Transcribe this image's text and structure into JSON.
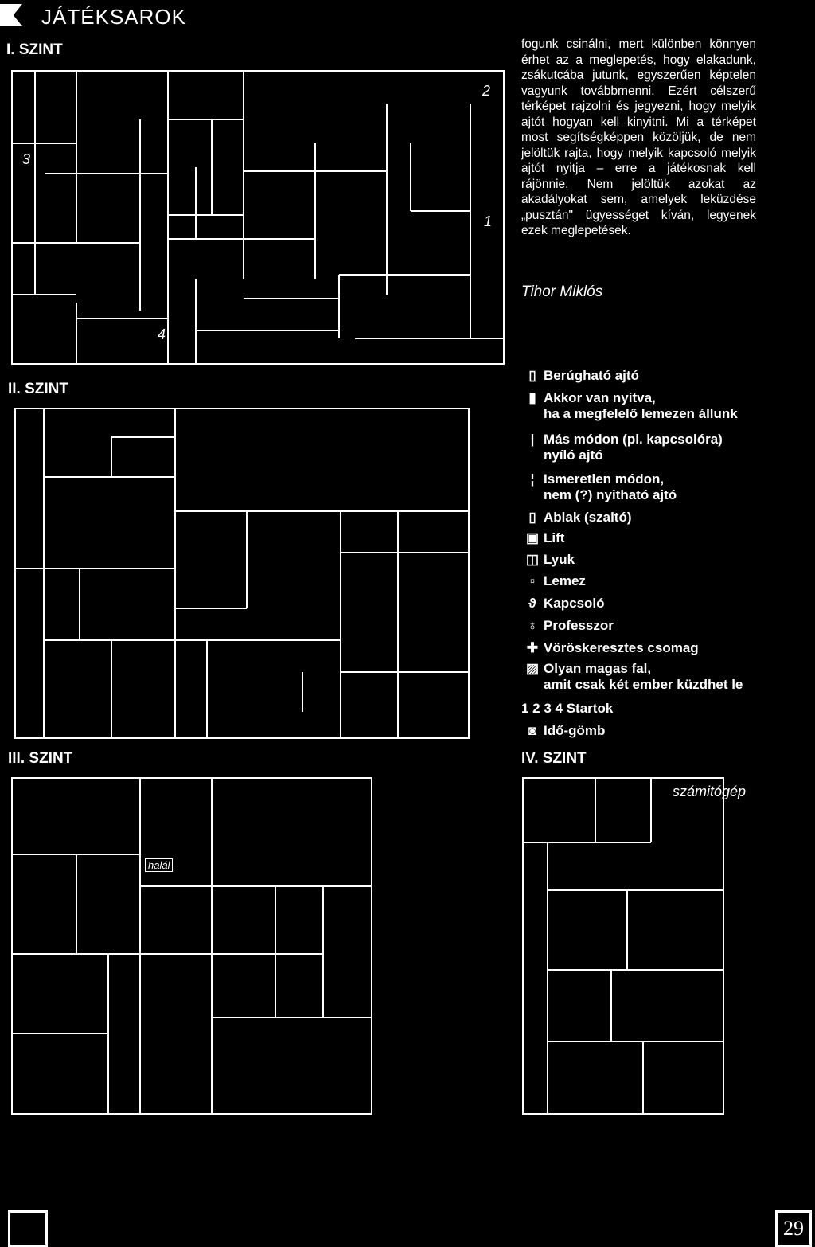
{
  "header": {
    "title": "JÁTÉKSAROK"
  },
  "levels": {
    "l1": "I. SZINT",
    "l2": "II. SZINT",
    "l3": "III. SZINT",
    "l4": "IV. SZINT"
  },
  "article": {
    "paragraph": "fogunk csinálni, mert különben könnyen érhet az a meglepetés, hogy elakadunk, zsákutcába jutunk, egyszerűen képtelen vagyunk továbbmenni. Ezért célszerű térképet rajzolni és jegyezni, hogy melyik ajtót hogyan kell kinyitni. Mi a térképet most segítségképpen közöljük, de nem jelöltük rajta, hogy melyik kapcsoló melyik ajtót nyitja – erre a játékosnak kell rájönnie. Nem jelöltük azokat az akadályokat sem, amelyek leküzdése „pusztán\" ügyességet kíván, legyenek ezek meglepetések.",
    "author": "Tihor Miklós"
  },
  "legend": [
    {
      "icon": "kickable-door-icon",
      "text": "Berúgható ajtó"
    },
    {
      "icon": "plate-door-icon",
      "text": "Akkor van nyitva,\nha a megfelelő lemezen állunk"
    },
    {
      "icon": "switch-door-icon",
      "text": "Más módon (pl. kapcsolóra)\nnyíló ajtó"
    },
    {
      "icon": "unknown-door-icon",
      "text": "Ismeretlen módon,\nnem (?) nyitható ajtó"
    },
    {
      "icon": "window-icon",
      "text": "Ablak (szaltó)"
    },
    {
      "icon": "lift-icon",
      "text": "Lift"
    },
    {
      "icon": "hole-icon",
      "text": "Lyuk"
    },
    {
      "icon": "plate-icon",
      "text": "Lemez"
    },
    {
      "icon": "switch-icon",
      "text": "Kapcsoló"
    },
    {
      "icon": "professor-icon",
      "text": "Professzor"
    },
    {
      "icon": "red-cross-icon",
      "text": "Vöröskeresztes csomag"
    },
    {
      "icon": "high-wall-icon",
      "text": "Olyan magas fal,\namit csak két ember küzdhet le"
    },
    {
      "icon": "starts-icon",
      "text": "1 2 3 4 Startok"
    },
    {
      "icon": "time-sphere-icon",
      "text": "Idő-gömb"
    }
  ],
  "map1": {
    "starts": [
      "1",
      "2",
      "3",
      "4"
    ]
  },
  "map3": {
    "death_label": "halál"
  },
  "map4": {
    "computer_label": "számitógép"
  },
  "page": {
    "number": "29"
  }
}
